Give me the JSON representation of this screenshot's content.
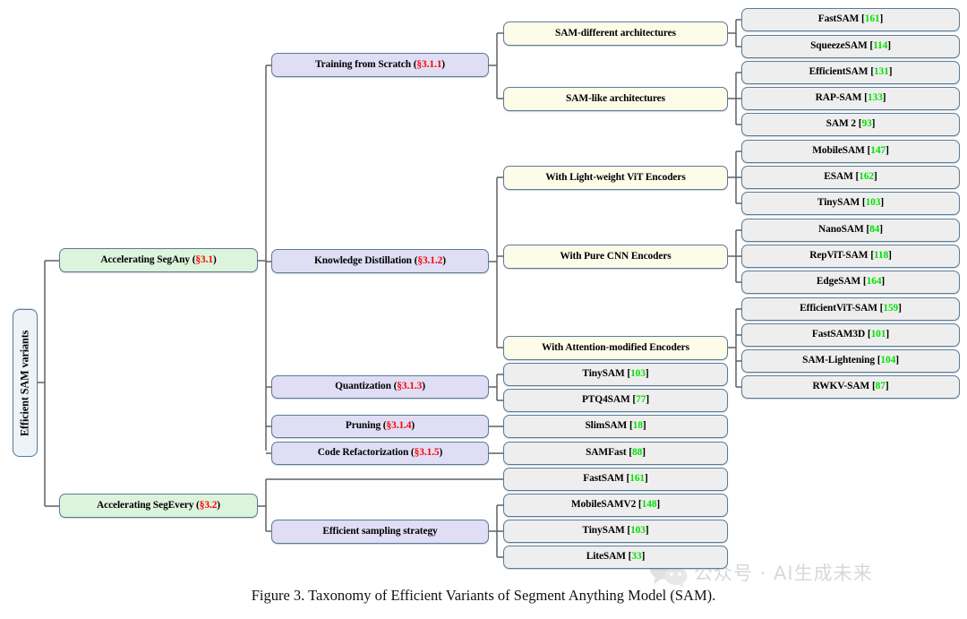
{
  "figure": {
    "caption": "Figure 3. Taxonomy of Efficient Variants of Segment Anything Model (SAM).",
    "watermark": "公众号 · AI生成未来"
  },
  "colors": {
    "root_fill": "#eef3f8",
    "level1_fill": "#dcf3dc",
    "level2_fill": "#dfdef5",
    "level3_fill": "#fdfce8",
    "leaf_fill": "#eeeeee",
    "border": "#5b7b96",
    "section_number": "#ff0000",
    "citation_number": "#00e000"
  },
  "root": {
    "label": "Efficient SAM variants"
  },
  "level1": [
    {
      "label": "Accelerating SegAny",
      "section": "§3.1"
    },
    {
      "label": "Accelerating SegEvery",
      "section": "§3.2"
    }
  ],
  "level2": [
    {
      "label": "Training from Scratch",
      "section": "§3.1.1"
    },
    {
      "label": "Knowledge Distillation",
      "section": "§3.1.2"
    },
    {
      "label": "Quantization",
      "section": "§3.1.3"
    },
    {
      "label": "Pruning",
      "section": "§3.1.4"
    },
    {
      "label": "Code Refactorization",
      "section": "§3.1.5"
    },
    {
      "label": "Efficient sampling strategy",
      "section": ""
    }
  ],
  "level3": [
    {
      "label": "SAM-different architectures"
    },
    {
      "label": "SAM-like architectures"
    },
    {
      "label": "With Light-weight ViT Encoders"
    },
    {
      "label": "With Pure CNN Encoders"
    },
    {
      "label": "With Attention-modified Encoders"
    }
  ],
  "leaves": {
    "sam_different_architectures": [
      {
        "name": "FastSAM",
        "cite": "161"
      },
      {
        "name": "SqueezeSAM",
        "cite": "114"
      }
    ],
    "sam_like_architectures": [
      {
        "name": "EfficientSAM",
        "cite": "131"
      },
      {
        "name": "RAP-SAM",
        "cite": "133"
      },
      {
        "name": "SAM 2",
        "cite": "93"
      }
    ],
    "light_weight_vit_encoders": [
      {
        "name": "MobileSAM",
        "cite": "147"
      },
      {
        "name": "ESAM",
        "cite": "162"
      },
      {
        "name": "TinySAM",
        "cite": "103"
      }
    ],
    "pure_cnn_encoders": [
      {
        "name": "NanoSAM",
        "cite": "84"
      },
      {
        "name": "RepViT-SAM",
        "cite": "118"
      },
      {
        "name": "EdgeSAM",
        "cite": "164"
      }
    ],
    "attention_modified_encoders": [
      {
        "name": "EfficientViT-SAM",
        "cite": "159"
      },
      {
        "name": "FastSAM3D",
        "cite": "101"
      },
      {
        "name": "SAM-Lightening",
        "cite": "104"
      },
      {
        "name": "RWKV-SAM",
        "cite": "87"
      }
    ],
    "quantization": [
      {
        "name": "TinySAM",
        "cite": "103"
      },
      {
        "name": "PTQ4SAM",
        "cite": "77"
      }
    ],
    "pruning": [
      {
        "name": "SlimSAM",
        "cite": "18"
      }
    ],
    "code_refactorization": [
      {
        "name": "SAMFast",
        "cite": "88"
      }
    ],
    "seg_every_direct": [
      {
        "name": "FastSAM",
        "cite": "161"
      }
    ],
    "efficient_sampling_strategy": [
      {
        "name": "MobileSAMV2",
        "cite": "148"
      },
      {
        "name": "TinySAM",
        "cite": "103"
      },
      {
        "name": "LiteSAM",
        "cite": "33"
      }
    ]
  }
}
